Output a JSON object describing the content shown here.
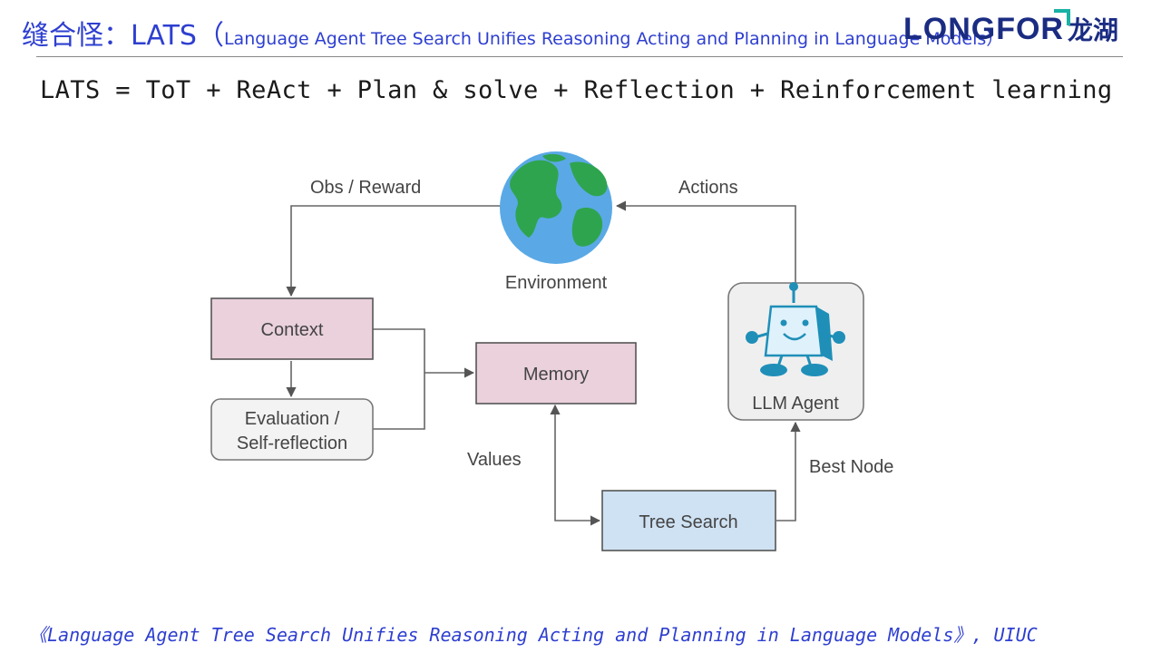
{
  "header": {
    "title_main": "缝合怪：LATS（",
    "title_sub": "Language Agent Tree Search Unifies Reasoning Acting and Planning in Language Models）",
    "logo_text": "LONGFOR",
    "logo_cn": "龙湖"
  },
  "formula": "LATS = ToT + ReAct + Plan & solve + Reflection + Reinforcement learning",
  "diagram": {
    "nodes": {
      "environment": "Environment",
      "context": "Context",
      "evaluation_line1": "Evaluation /",
      "evaluation_line2": "Self-reflection",
      "memory": "Memory",
      "llm_agent": "LLM Agent",
      "tree_search": "Tree Search"
    },
    "edges": {
      "obs_reward": "Obs / Reward",
      "actions": "Actions",
      "values": "Values",
      "best_node": "Best Node"
    },
    "colors": {
      "context_fill": "#ead1dc",
      "memory_fill": "#ead1dc",
      "evaluation_fill": "#f3f3f3",
      "tree_search_fill": "#cfe2f3",
      "agent_fill": "#efefef",
      "robot_blue": "#1f8fb8",
      "earth_ocean": "#5aa9e6",
      "earth_land": "#2ea44f"
    }
  },
  "citation": "《Language Agent Tree Search Unifies Reasoning Acting and Planning in Language Models》, UIUC"
}
